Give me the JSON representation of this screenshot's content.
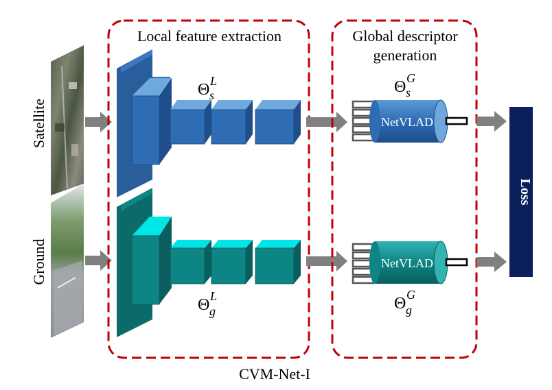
{
  "labels": {
    "satellite": "Satellite",
    "ground": "Ground",
    "local_box_title": "Local feature extraction",
    "global_box_title_line1": "Global descriptor",
    "global_box_title_line2": "generation",
    "netvlad_top": "NetVLAD",
    "netvlad_bottom": "NetVLAD",
    "loss": "Loss",
    "caption": "CVM-Net-I"
  },
  "params": {
    "theta_s_L": {
      "base": "Θ",
      "sub": "s",
      "sup": "L"
    },
    "theta_g_L": {
      "base": "Θ",
      "sub": "g",
      "sup": "L"
    },
    "theta_s_G": {
      "base": "Θ",
      "sub": "s",
      "sup": "G"
    },
    "theta_g_G": {
      "base": "Θ",
      "sub": "g",
      "sup": "G"
    }
  },
  "colors": {
    "satellite_branch": "#2e6db4",
    "ground_branch": "#0e8585",
    "dashed_box": "#c00000",
    "loss_box": "#0a1f5c",
    "arrow": "#808080"
  }
}
